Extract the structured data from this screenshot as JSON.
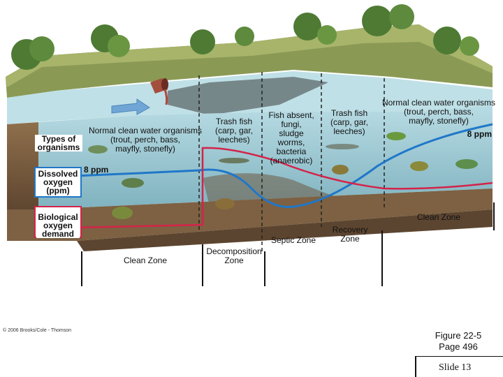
{
  "labels": {
    "types_of_organisms": "Types of\norganisms",
    "dissolved_oxygen": "Dissolved\noxygen\n(ppm)",
    "biological_oxygen_demand": "Biological\noxygen\ndemand",
    "ppm_left": "8 ppm",
    "ppm_right": "8 ppm",
    "normal_clean_left": "Normal clean water organisms\n(trout, perch, bass,\nmayfly, stonefly)",
    "trash_fish_decomp": "Trash fish\n(carp, gar,\nleeches)",
    "fish_absent": "Fish absent,\nfungi,\nsludge\nworms,\nbacteria\n(anaerobic)",
    "trash_fish_recovery": "Trash fish\n(carp, gar,\nleeches)",
    "normal_clean_right": "Normal clean water organisms\n(trout, perch, bass,\nmayfly, stonefly)",
    "zone_clean_left": "Clean Zone",
    "zone_decomposition": "Decomposition\nZone",
    "zone_septic": "Septic Zone",
    "zone_recovery": "Recovery\nZone",
    "zone_clean_right": "Clean Zone"
  },
  "footer": {
    "copyright": "© 2006 Brooks/Cole - Thomson",
    "figure_ref": "Figure 22-5\nPage 496",
    "slide": "Slide 13"
  },
  "colors": {
    "oxygen_curve": "#1f77c9",
    "bod_curve": "#d4234a",
    "water": "#a9d3de",
    "soil": "#8b6a47",
    "grass": "#7f9a4a"
  }
}
